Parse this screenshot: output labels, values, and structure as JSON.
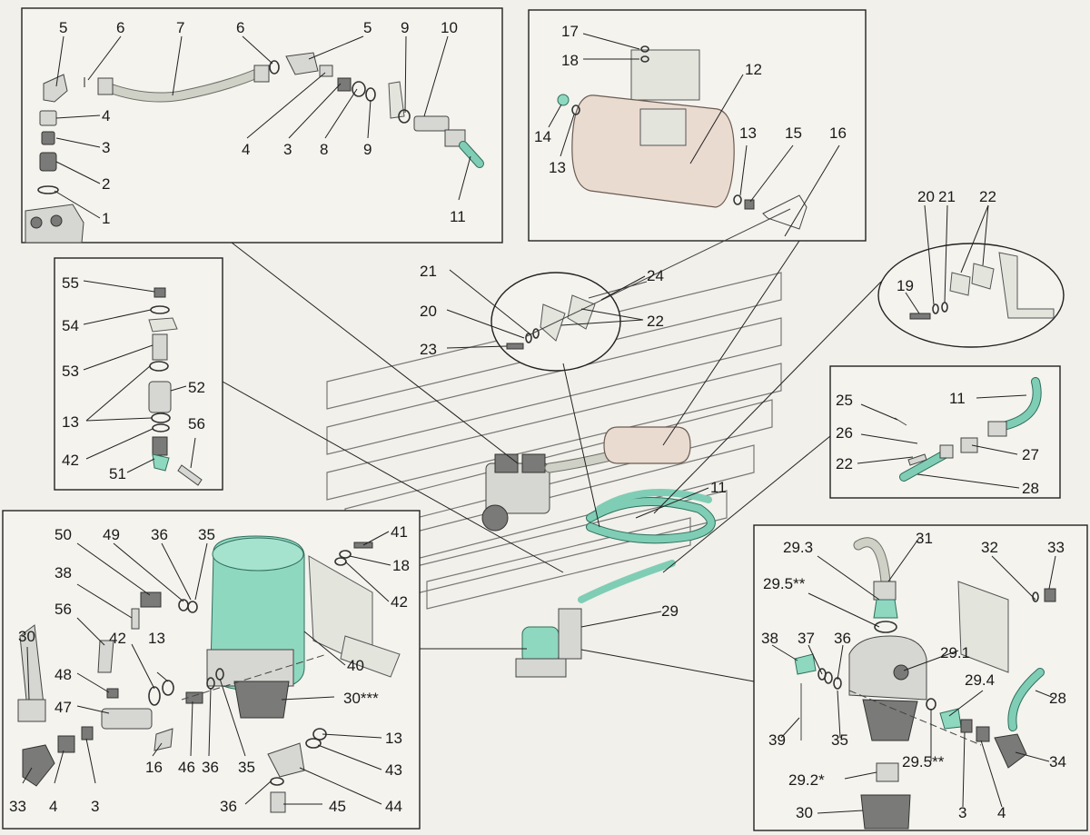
{
  "labels": {
    "a1": "5",
    "a2": "6",
    "a3": "7",
    "a4": "6",
    "a5": "5",
    "a6": "9",
    "a7": "10",
    "a8": "4",
    "a9": "3",
    "a10": "2",
    "a11": "1",
    "a12": "4",
    "a13": "3",
    "a14": "8",
    "a15": "9",
    "a16": "11",
    "b1": "17",
    "b2": "18",
    "b3": "12",
    "b4": "14",
    "b5": "13",
    "b6": "13",
    "b7": "15",
    "b8": "16",
    "c1": "55",
    "c2": "54",
    "c3": "53",
    "c4": "52",
    "c5": "13",
    "c6": "42",
    "c7": "51",
    "c8": "56",
    "d1": "21",
    "d2": "24",
    "d3": "20",
    "d4": "22",
    "d5": "23",
    "e1": "20",
    "e2": "21",
    "e3": "22",
    "e4": "19",
    "f1": "25",
    "f2": "11",
    "f3": "26",
    "f4": "27",
    "f5": "22",
    "f6": "28",
    "m1": "11",
    "m2": "29",
    "m3": "41",
    "m4": "18",
    "m5": "42",
    "g1": "50",
    "g2": "49",
    "g3": "36",
    "g4": "35",
    "g5": "38",
    "g6": "56",
    "g7": "42",
    "g8": "13",
    "g9": "30",
    "g10": "48",
    "g11": "47",
    "g12": "40",
    "g13": "30***",
    "g14": "13",
    "g15": "16",
    "g16": "46",
    "g17": "36",
    "g18": "35",
    "g19": "43",
    "g20": "33",
    "g21": "4",
    "g22": "3",
    "g23": "36",
    "g24": "45",
    "g25": "44",
    "h1": "29.3",
    "h2": "31",
    "h3": "32",
    "h4": "33",
    "h5": "29.5**",
    "h6": "38",
    "h7": "37",
    "h8": "36",
    "h9": "29.1",
    "h10": "29.4",
    "h11": "28",
    "h12": "39",
    "h13": "35",
    "h14": "29.5**",
    "h15": "34",
    "h16": "29.2*",
    "h17": "3",
    "h18": "4",
    "h19": "30"
  }
}
